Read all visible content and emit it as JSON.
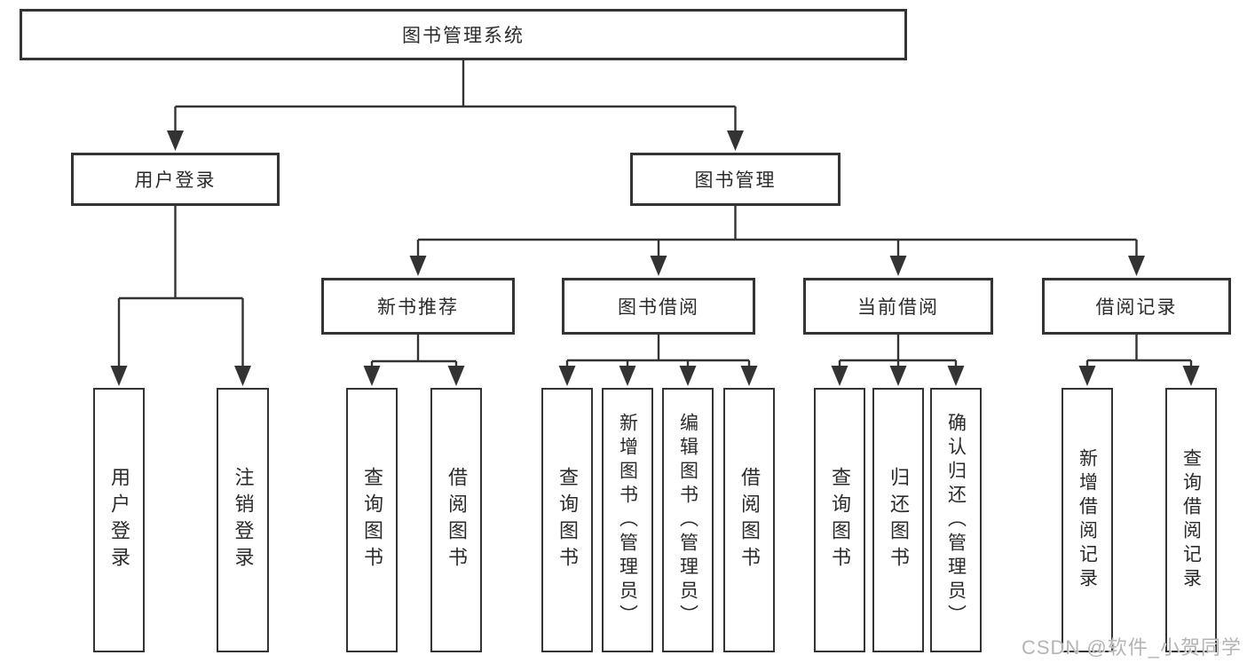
{
  "diagram": {
    "root": {
      "label": "图书管理系统"
    },
    "branches": [
      {
        "label": "用户登录",
        "children": [
          {
            "label": "用户登录"
          },
          {
            "label": "注销登录"
          }
        ]
      },
      {
        "label": "图书管理",
        "children": [
          {
            "label": "新书推荐",
            "children": [
              {
                "label": "查询图书"
              },
              {
                "label": "借阅图书"
              }
            ]
          },
          {
            "label": "图书借阅",
            "children": [
              {
                "label": "查询图书"
              },
              {
                "label": "新增图书（管理员）"
              },
              {
                "label": "编辑图书（管理员）"
              },
              {
                "label": "借阅图书"
              }
            ]
          },
          {
            "label": "当前借阅",
            "children": [
              {
                "label": "查询图书"
              },
              {
                "label": "归还图书"
              },
              {
                "label": "确认归还（管理员）"
              }
            ]
          },
          {
            "label": "借阅记录",
            "children": [
              {
                "label": "新增借阅记录"
              },
              {
                "label": "查询借阅记录"
              }
            ]
          }
        ]
      }
    ]
  },
  "watermark": {
    "text": "CSDN @软件_小贺同学"
  },
  "colors": {
    "line": "#333333",
    "box_background": "#ffffff",
    "text": "#2b2b2b",
    "watermark": "#b4b4b4",
    "background": "#ffffff"
  }
}
